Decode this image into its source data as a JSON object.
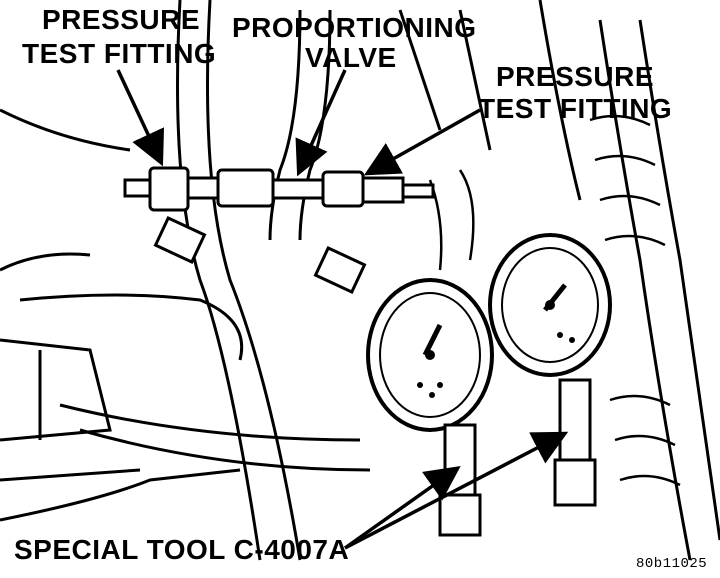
{
  "labels": {
    "pressure_fitting_left_line1": "PRESSURE",
    "pressure_fitting_left_line2": "TEST FITTING",
    "proportioning_line1": "PROPORTIONING",
    "proportioning_line2": "VALVE",
    "pressure_fitting_right_line1": "PRESSURE",
    "pressure_fitting_right_line2": "TEST FITTING",
    "special_tool": "SPECIAL TOOL C-4007A",
    "figure_code": "80b11025"
  },
  "colors": {
    "ink": "#000000",
    "paper": "#ffffff"
  }
}
